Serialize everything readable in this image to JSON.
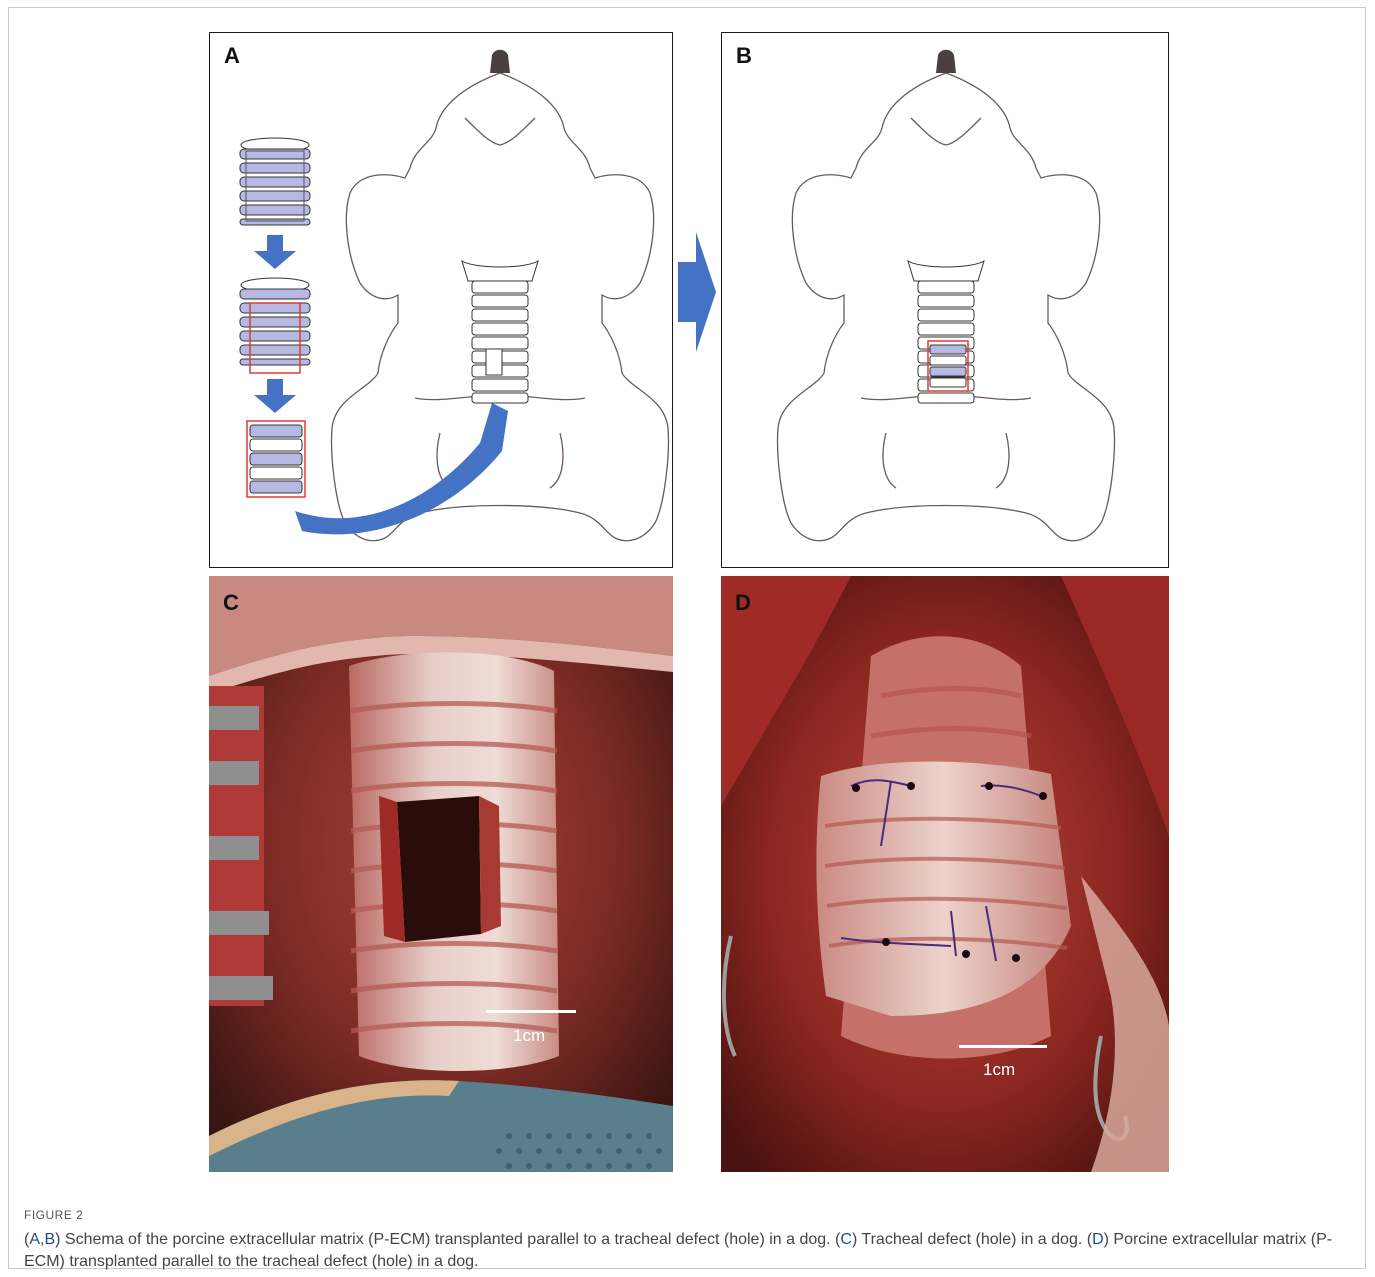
{
  "figure": {
    "label": "FIGURE 2",
    "caption_parts": [
      {
        "t": "(",
        "b": false
      },
      {
        "t": "A,B",
        "b": true
      },
      {
        "t": ") Schema of the porcine extracellular matrix (P-ECM) transplanted parallel to a tracheal defect (hole) in a dog. (",
        "b": false
      },
      {
        "t": "C",
        "b": true
      },
      {
        "t": ") Tracheal defect (hole) in a dog. (",
        "b": false
      },
      {
        "t": "D",
        "b": true
      },
      {
        "t": ") Porcine extracellular matrix (P-ECM) transplanted parallel to the tracheal defect (hole) in a dog.",
        "b": false
      }
    ]
  },
  "panels": {
    "a": {
      "label": "A"
    },
    "b": {
      "label": "B"
    },
    "c": {
      "label": "C",
      "scale_label": "1cm"
    },
    "d": {
      "label": "D",
      "scale_label": "1cm"
    }
  },
  "colors": {
    "arrow_blue": "#4472c4",
    "cartilage_lilac": "#b7b8e3",
    "graft_outline_red": "#e03c2d",
    "outline_brown": "#6b5a5a",
    "nose": "#4a4040"
  }
}
